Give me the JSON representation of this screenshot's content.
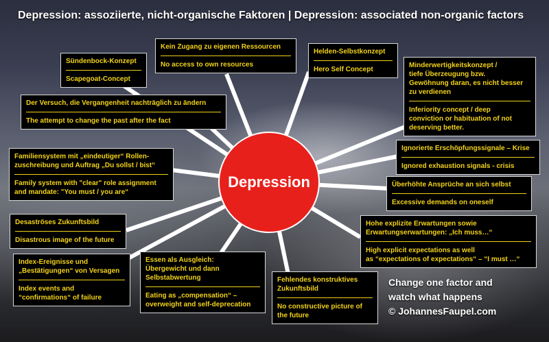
{
  "title": "Depression: assoziierte, nicht-organische Faktoren | Depression: associated non-organic factors",
  "hub": {
    "label": "Depression"
  },
  "factors": [
    {
      "de": "Sündenbock-Konzept",
      "en": "Scapegoat-Concept"
    },
    {
      "de": "Kein Zugang zu eigenen Ressourcen",
      "en": "No access to own resources"
    },
    {
      "de": "Helden-Selbstkonzept",
      "en": "Hero Self Concept"
    },
    {
      "de": "Minderwertigkeitskonzept /\ntiefe Überzeugung bzw.\nGewöhnung daran, es nicht besser\nzu verdienen",
      "en": "Inferiority concept / deep\nconviction or habituation of not\ndeserving better."
    },
    {
      "de": "Der Versuch, die Vergangenheit nachträglich zu ändern",
      "en": "The attempt to change the past after the fact"
    },
    {
      "de": "Ignorierte Erschöpfungssignale – Krise",
      "en": "Ignored exhaustion signals - crisis"
    },
    {
      "de": "Familiensystem mit „eindeutiger“ Rollen-\nzuschreibung und Auftrag „Du sollst / bist“",
      "en": "Family system with \"clear\" role assignment\nand mandate: \"You must / you are“"
    },
    {
      "de": "Überhöhte Ansprüche an sich selbst",
      "en": "Excessive demands on oneself"
    },
    {
      "de": "Desaströses Zukunftsbild",
      "en": "Disastrous image of the future"
    },
    {
      "de": "Hohe explizite Erwartungen sowie\nErwartungserwartungen: „Ich muss…“",
      "en": "High explicit expectations as well\nas “expectations of expectations“ – “I must …“"
    },
    {
      "de": "Index-Ereignisse und\n„Bestätigungen“ von Versagen",
      "en": "Index events and\n“confirmations“ of failure"
    },
    {
      "de": "Essen als Ausgleich:\nÜbergewicht und dann\nSelbstabwertung",
      "en": "Eating as „compensation“ –\noverweight and self-deprecation"
    },
    {
      "de": "Fehlendes konstruktives\nZukunftsbild",
      "en": "No constructive picture of\nthe future"
    }
  ],
  "footer": {
    "line1": "Change one factor and",
    "line2": "watch what happens",
    "line3": "© JohannesFaupel.com"
  }
}
